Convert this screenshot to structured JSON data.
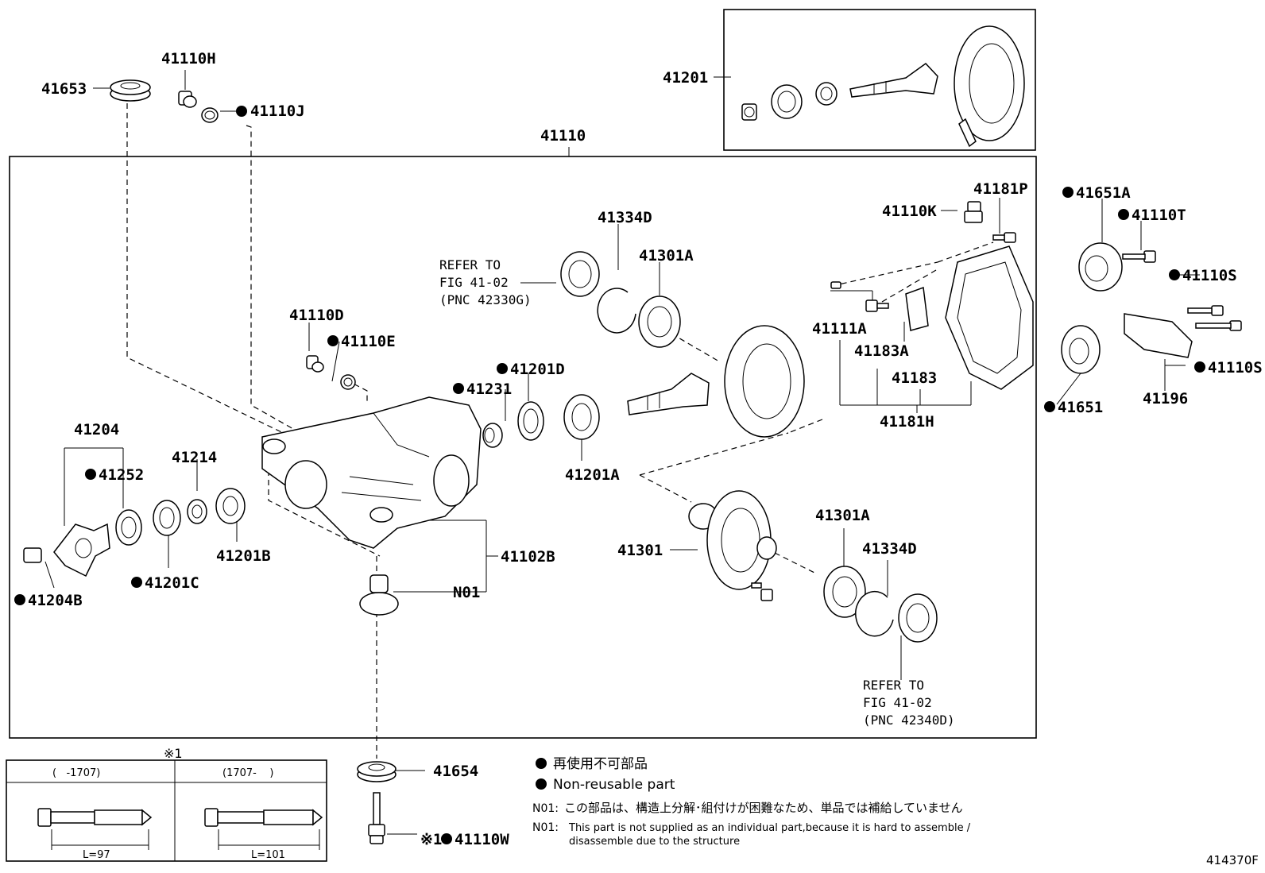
{
  "labels": {
    "l41653": "41653",
    "l41110H": "41110H",
    "l41110J": "41110J",
    "l41110": "41110",
    "l41201": "41201",
    "l41110K": "41110K",
    "l41181P": "41181P",
    "l41651A": "41651A",
    "l41110T": "41110T",
    "l41110S_a": "41110S",
    "l41110S_b": "41110S",
    "l41651": "41651",
    "l41196": "41196",
    "l41334D_top": "41334D",
    "l41301A_top": "41301A",
    "l41110D": "41110D",
    "l41110E": "41110E",
    "l41201D": "41201D",
    "l41231": "41231",
    "l41111A": "41111A",
    "l41183A": "41183A",
    "l41183": "41183",
    "l41181H": "41181H",
    "l41204": "41204",
    "l41252": "41252",
    "l41214": "41214",
    "l41201A": "41201A",
    "l41201B": "41201B",
    "l41201C": "41201C",
    "l41204B": "41204B",
    "l41102B": "41102B",
    "lN01": "N01",
    "l41301": "41301",
    "l41301A_bot": "41301A",
    "l41334D_bot": "41334D",
    "l41654": "41654",
    "l41110W": "41110W",
    "mark1": "※1"
  },
  "refer_top": [
    "REFER TO",
    "FIG 41-02",
    "(PNC 42330G)"
  ],
  "refer_bottom": [
    "REFER TO",
    "FIG 41-02",
    "(PNC 42340D)"
  ],
  "inset": {
    "marker": "※1",
    "col1": "(   -1707)",
    "col2": "(1707-    )",
    "len1": "L=97",
    "len2": "L=101"
  },
  "legend": {
    "jp": "再使用不可部品",
    "en": "Non-reusable part",
    "n01_jp_prefix": "N01:",
    "n01_jp": "この部品は、構造上分解･組付けが困難なため、単品では補給していません",
    "n01_en_prefix": "N01:",
    "n01_en_1": "This part is not supplied as an individual part,because it is hard to assemble /",
    "n01_en_2": "disassemble due to the structure"
  },
  "figure_id": "414370F"
}
